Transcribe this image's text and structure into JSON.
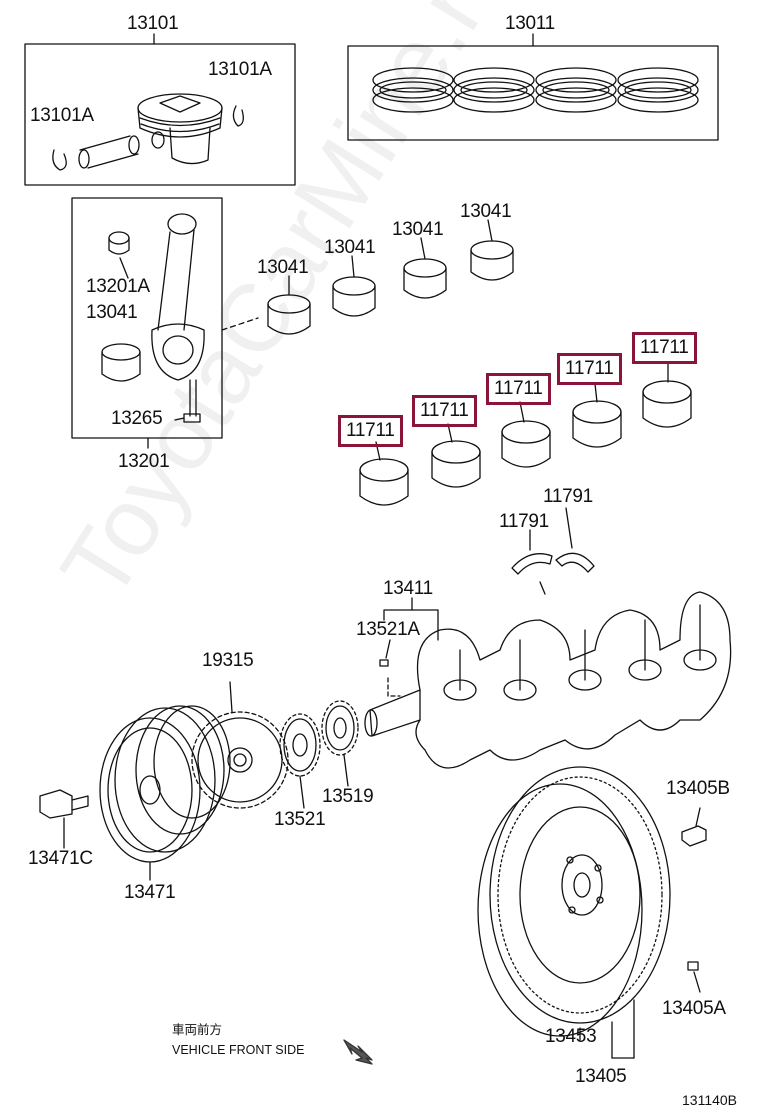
{
  "watermark": "ToyotaCarMine.ru",
  "parts": {
    "piston_set": "13101",
    "snap_ring_r": "13101A",
    "snap_ring_l": "13101A",
    "ring_set": "13011",
    "rod_bearing_1": "13041",
    "rod_bearing_2": "13041",
    "rod_bearing_3": "13041",
    "rod_bearing_4": "13041",
    "rod_bushing": "13201A",
    "rod_bearing_in_box": "13041",
    "rod_bolt": "13265",
    "connecting_rod": "13201",
    "main_bearing_1": "11711",
    "main_bearing_2": "11711",
    "main_bearing_3": "11711",
    "main_bearing_4": "11711",
    "main_bearing_5": "11711",
    "thrust_washer_a": "11791",
    "thrust_washer_b": "11791",
    "crankshaft": "13411",
    "crank_key": "13521A",
    "pulley_sensor_plate": "19315",
    "timing_sprocket": "13521",
    "oil_pump_sprocket": "13519",
    "pulley_bolt": "13471C",
    "crank_pulley": "13471",
    "flywheel_bolt": "13405B",
    "dowel_pin": "13405A",
    "ring_gear": "13453",
    "flywheel": "13405"
  },
  "direction_cjk": "車両前方",
  "direction_text": "VEHICLE FRONT SIDE",
  "diagram_id": "131140B"
}
